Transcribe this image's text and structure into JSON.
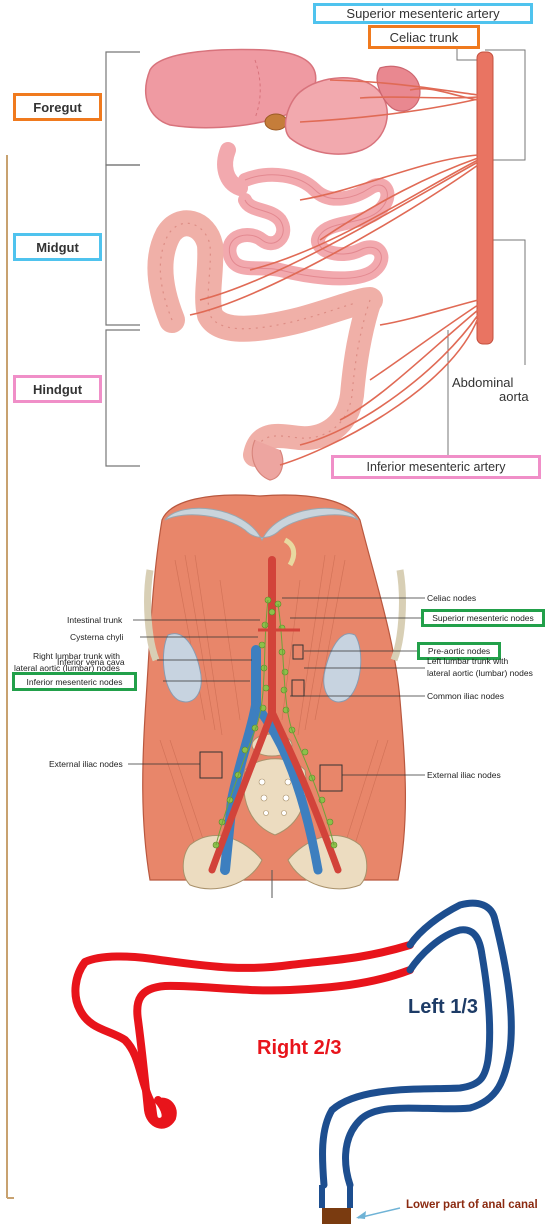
{
  "colors": {
    "foregut_box": "#f07a1e",
    "midgut_box": "#4fc3ee",
    "hindgut_box": "#f08fc8",
    "node_box": "#22a04a",
    "right_colon": "#e8141b",
    "left_colon": "#1d4e8f",
    "anal_canal": "#7a3b10",
    "side_bar": "#c8a270"
  },
  "panel1": {
    "superior_mesenteric_artery": "Superior mesenteric artery",
    "celiac_trunk": "Celiac trunk",
    "foregut": "Foregut",
    "midgut": "Midgut",
    "hindgut": "Hindgut",
    "abdominal_aorta_line1": "Abdominal",
    "abdominal_aorta_line2": "aorta",
    "inferior_mesenteric_artery": "Inferior mesenteric artery"
  },
  "panel2": {
    "celiac_nodes": "Celiac nodes",
    "superior_mesenteric_nodes": "Superior mesenteric nodes",
    "intestinal_trunk": "Intestinal trunk",
    "cysterna_chyli": "Cysterna chyli",
    "pre_aortic_nodes": "Pre-aortic nodes",
    "right_lumbar_line1": "Right lumbar trunk with",
    "right_lumbar_line2": "lateral aortic (lumbar) nodes",
    "inferior_vena_cava": "Inferior vena cava",
    "left_lumbar_line1": "Left lumbar trunk with",
    "left_lumbar_line2": "lateral aortic (lumbar) nodes",
    "inferior_mesenteric_nodes": "Inferior mesenteric nodes",
    "common_iliac_nodes": "Common iliac nodes",
    "external_iliac_nodes_left": "External iliac nodes",
    "external_iliac_nodes_right": "External iliac nodes"
  },
  "panel3": {
    "right_label": "Right 2/3",
    "left_label": "Left 1/3",
    "anal_canal_label": "Lower part of anal canal"
  }
}
